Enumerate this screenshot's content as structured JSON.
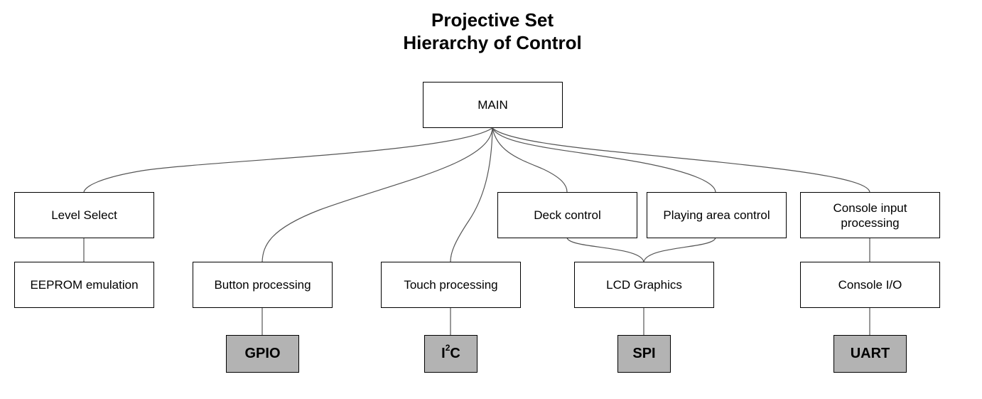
{
  "title": {
    "line1": "Projective Set",
    "line2": "Hierarchy of Control"
  },
  "nodes": {
    "main": "MAIN",
    "level_select": "Level Select",
    "eeprom_emulation": "EEPROM emulation",
    "button_processing": "Button processing",
    "touch_processing": "Touch processing",
    "deck_control": "Deck control",
    "playing_area_control": "Playing area control",
    "lcd_graphics": "LCD Graphics",
    "console_input_processing": "Console input processing",
    "console_io": "Console I/O",
    "gpio": "GPIO",
    "i2c_prefix": "I",
    "i2c_sup": "2",
    "i2c_suffix": "C",
    "spi": "SPI",
    "uart": "UART"
  },
  "colors": {
    "hardware_fill": "#b3b3b3",
    "edge": "#555555"
  }
}
